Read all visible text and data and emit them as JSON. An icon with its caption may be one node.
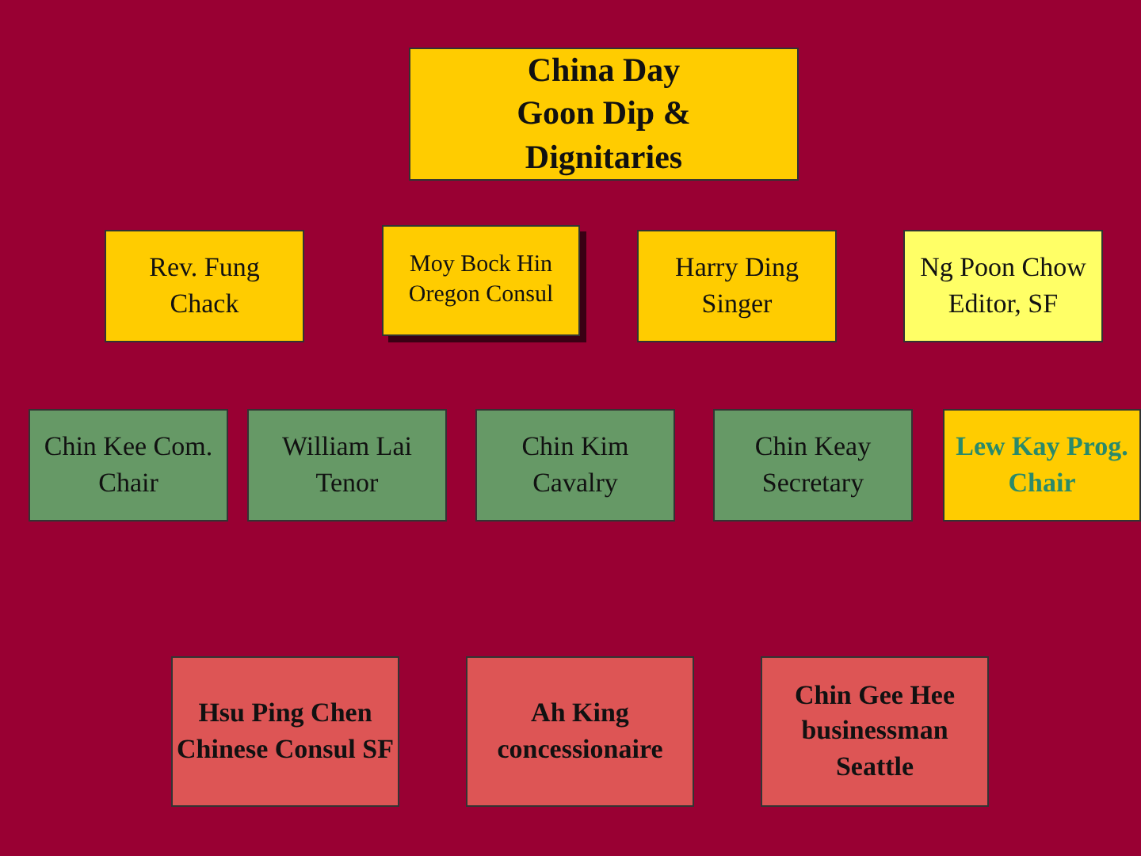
{
  "diagram": {
    "nodes": [
      {
        "text": [
          "China Day Goon Dip & Dignitaries"
        ]
      },
      {
        "text": [
          "Rev. Fung Chack"
        ]
      },
      {
        "text": [
          "Moy Bock Hin Oregon Consul"
        ]
      },
      {
        "text": [
          "Harry Ding Singer"
        ]
      },
      {
        "text": [
          "Ng Poon Chow Editor, SF"
        ]
      },
      {
        "text": [
          "Chin Kee Com. Chair"
        ]
      },
      {
        "text": [
          "William Lai Tenor"
        ]
      },
      {
        "text": [
          "Chin Kim Cavalry"
        ]
      },
      {
        "text": [
          "Chin Keay Secretary"
        ]
      },
      {
        "text": [
          "Lew Kay Prog. Chair"
        ]
      },
      {
        "text": [
          "Hsu Ping Chen Chinese Consul SF"
        ]
      },
      {
        "text": [
          "Ah King concessionaire"
        ]
      },
      {
        "text": [
          "Chin Gee Hee businessman Seattle"
        ]
      }
    ]
  }
}
